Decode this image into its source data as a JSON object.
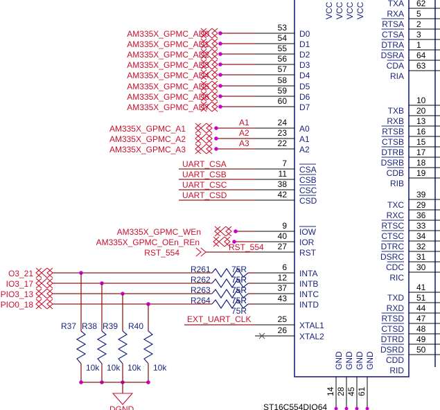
{
  "ic": {
    "part_label": "ST16C554DIQ64",
    "top_labels": [
      "VCC",
      "VCC",
      "VCC",
      "VCC"
    ],
    "gnd_labels": [
      "GND",
      "GND",
      "GND",
      "GND"
    ],
    "gnd_pins": [
      "14",
      "28",
      "45",
      "61"
    ],
    "left_pins": [
      {
        "num": "53",
        "name": "D0"
      },
      {
        "num": "54",
        "name": "D1"
      },
      {
        "num": "55",
        "name": "D2"
      },
      {
        "num": "56",
        "name": "D3"
      },
      {
        "num": "57",
        "name": "D4"
      },
      {
        "num": "58",
        "name": "D5"
      },
      {
        "num": "59",
        "name": "D6"
      },
      {
        "num": "60",
        "name": "D7"
      },
      {
        "num": "24",
        "name": "A0"
      },
      {
        "num": "23",
        "name": "A1"
      },
      {
        "num": "22",
        "name": "A2"
      },
      {
        "num": "7",
        "name": "CSA"
      },
      {
        "num": "11",
        "name": "CSB"
      },
      {
        "num": "38",
        "name": "CSC"
      },
      {
        "num": "42",
        "name": "CSD"
      },
      {
        "num": "9",
        "name": "IOW"
      },
      {
        "num": "40",
        "name": "IOR"
      },
      {
        "num": "27",
        "name": "RST"
      },
      {
        "num": "6",
        "name": "INTA"
      },
      {
        "num": "12",
        "name": "INTB"
      },
      {
        "num": "37",
        "name": "INTC"
      },
      {
        "num": "43",
        "name": "INTD"
      },
      {
        "num": "25",
        "name": "XTAL1"
      },
      {
        "num": "26",
        "name": "XTAL2"
      }
    ],
    "right_pins": [
      {
        "name": "TXA",
        "num": "62"
      },
      {
        "name": "RXA",
        "num": "5"
      },
      {
        "name": "RTSA",
        "num": "2"
      },
      {
        "name": "CTSA",
        "num": "3"
      },
      {
        "name": "DTRA",
        "num": "1"
      },
      {
        "name": "DSRA",
        "num": "64"
      },
      {
        "name": "CDA",
        "num": "63"
      },
      {
        "name": "RIA",
        "num": ""
      },
      {
        "name": "",
        "num": "10"
      },
      {
        "name": "TXB",
        "num": "20"
      },
      {
        "name": "RXB",
        "num": "13"
      },
      {
        "name": "RTSB",
        "num": "16"
      },
      {
        "name": "CTSB",
        "num": "15"
      },
      {
        "name": "DTRB",
        "num": "17"
      },
      {
        "name": "DSRB",
        "num": "18"
      },
      {
        "name": "CDB",
        "num": "19"
      },
      {
        "name": "RIB",
        "num": ""
      },
      {
        "name": "",
        "num": "39"
      },
      {
        "name": "TXC",
        "num": "29"
      },
      {
        "name": "RXC",
        "num": "36"
      },
      {
        "name": "RTSC",
        "num": "33"
      },
      {
        "name": "CTSC",
        "num": "34"
      },
      {
        "name": "DTRC",
        "num": "32"
      },
      {
        "name": "DSRC",
        "num": "31"
      },
      {
        "name": "CDC",
        "num": "30"
      },
      {
        "name": "RIC",
        "num": ""
      },
      {
        "name": "",
        "num": "41"
      },
      {
        "name": "TXD",
        "num": "51"
      },
      {
        "name": "RXD",
        "num": "44"
      },
      {
        "name": "RTSD",
        "num": "47"
      },
      {
        "name": "CTSD",
        "num": "48"
      },
      {
        "name": "DTRD",
        "num": "49"
      },
      {
        "name": "DSRD",
        "num": "50"
      },
      {
        "name": "CDD",
        "num": ""
      },
      {
        "name": "RID",
        "num": ""
      }
    ]
  },
  "nets": {
    "data": [
      "AM335X_GPMC_AD0",
      "AM335X_GPMC_AD1",
      "AM335X_GPMC_AD2",
      "AM335X_GPMC_AD3",
      "AM335X_GPMC_AD4",
      "AM335X_GPMC_AD5",
      "AM335X_GPMC_AD6",
      "AM335X_GPMC_AD7"
    ],
    "addr": [
      "AM335X_GPMC_A1",
      "AM335X_GPMC_A2",
      "AM335X_GPMC_A3"
    ],
    "addr_wire": [
      "A1",
      "A2",
      "A3"
    ],
    "cs": [
      "UART_CSA",
      "UART_CSB",
      "UART_CSC",
      "UART_CSD"
    ],
    "wen": "AM335X_GPMC_WEn",
    "oen": "AM335X_GPMC_OEn_REn",
    "rst_port": "RST_554",
    "rst_wire": "RST_554",
    "gpio": [
      "O3_21",
      "IO3_17",
      "PIO3_13",
      "PIO0_18"
    ],
    "clk": "EXT_UART_CLK",
    "gnd": "DGND"
  },
  "resistors": {
    "series": [
      {
        "ref": "R261",
        "value": "75R"
      },
      {
        "ref": "R262",
        "value": "75R"
      },
      {
        "ref": "R263",
        "value": "75R"
      },
      {
        "ref": "R264",
        "value": "75R"
      }
    ],
    "pullups": [
      {
        "ref": "R37",
        "value": "10k"
      },
      {
        "ref": "R38",
        "value": "10k"
      },
      {
        "ref": "R39",
        "value": "10k"
      },
      {
        "ref": "R40",
        "value": "10k"
      }
    ]
  }
}
